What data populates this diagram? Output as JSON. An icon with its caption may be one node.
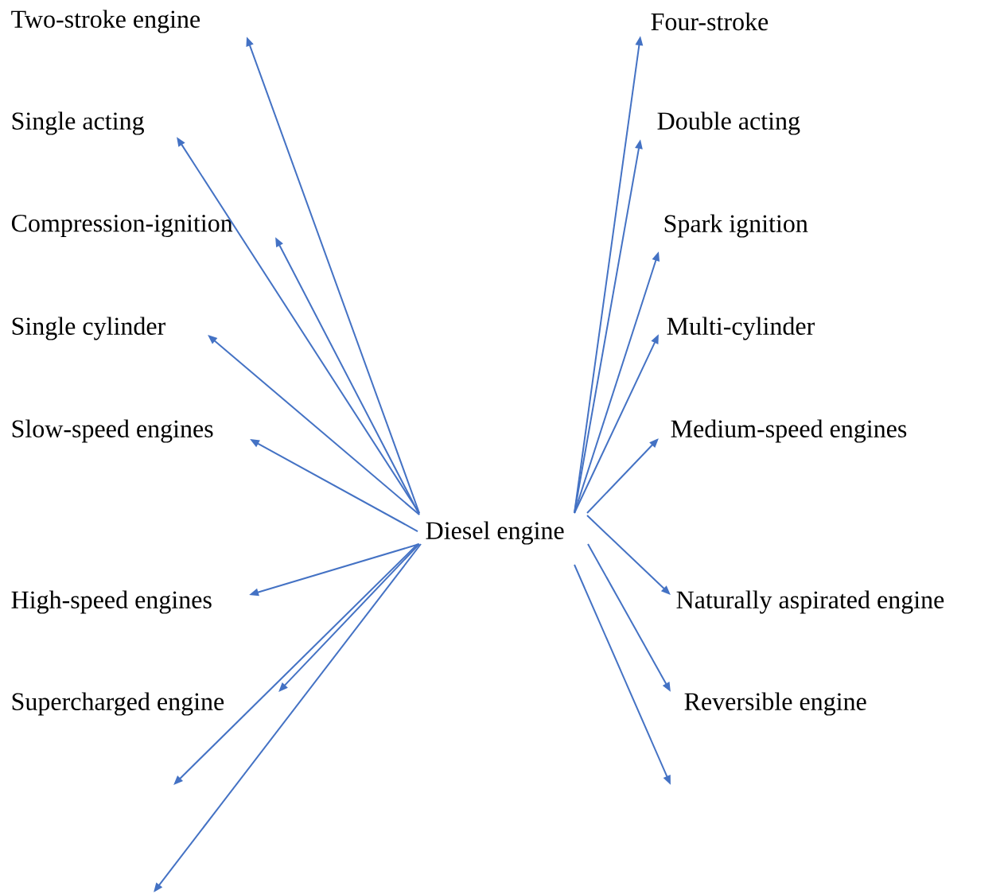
{
  "diagram": {
    "nodes": [
      {
        "text": [
          "Diesel engine"
        ]
      },
      {
        "text": [
          "Two-stroke engine"
        ]
      },
      {
        "text": [
          "Single acting"
        ]
      },
      {
        "text": [
          "Compression-ignition"
        ]
      },
      {
        "text": [
          "Single cylinder"
        ]
      },
      {
        "text": [
          "Slow-speed engines"
        ]
      },
      {
        "text": [
          "High-speed engines"
        ]
      },
      {
        "text": [
          "Supercharged engine"
        ]
      },
      {
        "text": [
          "Four-stroke"
        ]
      },
      {
        "text": [
          "Double acting"
        ]
      },
      {
        "text": [
          "Spark ignition"
        ]
      },
      {
        "text": [
          "Multi-cylinder"
        ]
      },
      {
        "text": [
          "Medium-speed engines"
        ]
      },
      {
        "text": [
          "Naturally aspirated engine"
        ]
      },
      {
        "text": [
          "Reversible engine"
        ]
      }
    ],
    "edges": [
      {
        "from": 0,
        "to": 1,
        "arrow": "to"
      },
      {
        "from": 0,
        "to": 2,
        "arrow": "to"
      },
      {
        "from": 0,
        "to": 3,
        "arrow": "to"
      },
      {
        "from": 0,
        "to": 4,
        "arrow": "to"
      },
      {
        "from": 0,
        "to": 5,
        "arrow": "to"
      },
      {
        "from": 0,
        "to": 6,
        "arrow": "to"
      },
      {
        "from": 0,
        "to": 7,
        "arrow": "to"
      },
      {
        "from": 0,
        "to": null,
        "arrow": "to"
      },
      {
        "from": 0,
        "to": null,
        "arrow": "to"
      },
      {
        "from": 0,
        "to": 8,
        "arrow": "to"
      },
      {
        "from": 0,
        "to": 9,
        "arrow": "to"
      },
      {
        "from": 0,
        "to": 10,
        "arrow": "to"
      },
      {
        "from": 0,
        "to": 11,
        "arrow": "to"
      },
      {
        "from": 0,
        "to": 12,
        "arrow": "to"
      },
      {
        "from": 0,
        "to": 13,
        "arrow": "to"
      },
      {
        "from": 0,
        "to": 14,
        "arrow": "to"
      },
      {
        "from": 0,
        "to": null,
        "arrow": "to"
      }
    ]
  }
}
